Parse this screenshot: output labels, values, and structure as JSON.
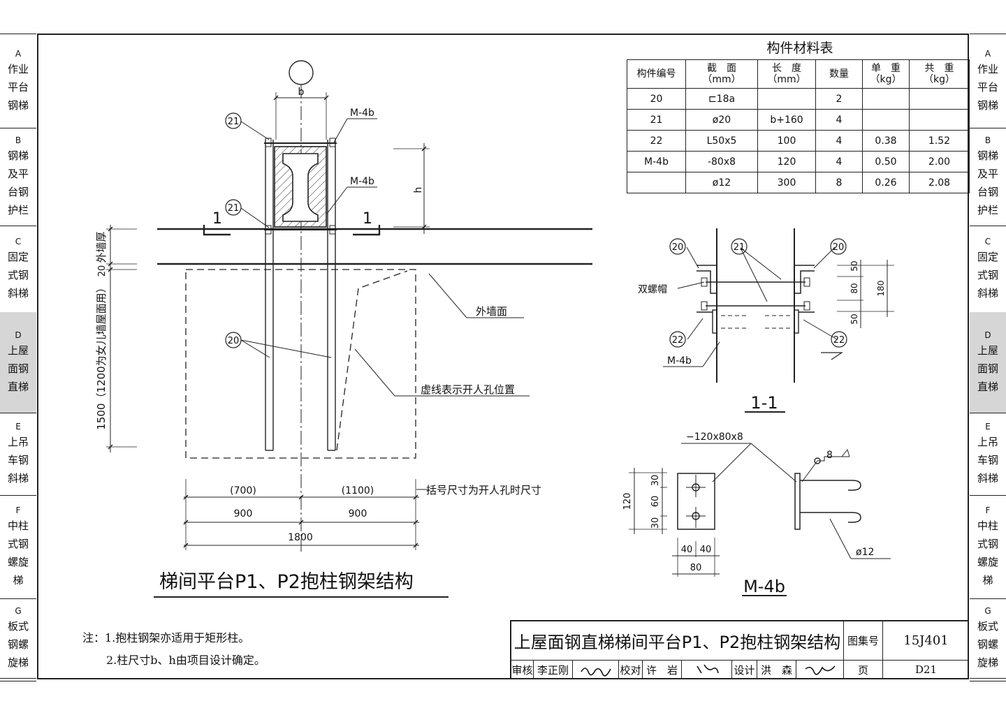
{
  "side_tabs": [
    {
      "letter": "A",
      "lines": [
        "作业",
        "平台",
        "钢梯"
      ]
    },
    {
      "letter": "B",
      "lines": [
        "钢梯",
        "及平",
        "台钢",
        "护栏"
      ]
    },
    {
      "letter": "C",
      "lines": [
        "固定",
        "式钢",
        "斜梯"
      ]
    },
    {
      "letter": "D",
      "lines": [
        "上屋",
        "面钢",
        "直梯"
      ]
    },
    {
      "letter": "E",
      "lines": [
        "上吊",
        "车钢",
        "斜梯"
      ]
    },
    {
      "letter": "F",
      "lines": [
        "中柱",
        "式钢",
        "螺旋",
        "梯"
      ]
    },
    {
      "letter": "G",
      "lines": [
        "板式",
        "钢螺",
        "旋梯"
      ]
    }
  ],
  "table": {
    "title": "构件材料表",
    "headers": [
      "构件编号",
      "截　面|（mm）",
      "长　度|（mm）",
      "数量",
      "单　重|（kg）",
      "共　重|（kg）"
    ],
    "rows": [
      [
        "20",
        "⊏18a",
        "",
        "2",
        "",
        ""
      ],
      [
        "21",
        "ø20",
        "b+160",
        "4",
        "",
        ""
      ],
      [
        "22",
        "L50x5",
        "100",
        "4",
        "0.38",
        "1.52"
      ],
      [
        "M-4b",
        "-80x8",
        "120",
        "4",
        "0.50",
        "2.00"
      ],
      [
        "",
        "ø12",
        "300",
        "8",
        "0.26",
        "2.08"
      ]
    ]
  },
  "main_drawing": {
    "title": "梯间平台P1、P2抱柱钢架结构",
    "dim_b": "b",
    "dim_h": "h",
    "section_mark": "1",
    "tag_21": "21",
    "tag_20": "20",
    "m4b": "M-4b",
    "wall_thickness": "外墙厚",
    "dim_20": "20",
    "dim_1500": "1500（1200为女儿墙屋面用）",
    "wall_face": "外墙面",
    "manhole_note": "虚线表示开人孔位置",
    "dim_700": "(700)",
    "dim_1100": "(1100)",
    "bracket_note": "括号尺寸为开人孔时尺寸",
    "dim_900": "900",
    "dim_1800": "1800"
  },
  "section_1_1": {
    "title": "1-1",
    "tag_20": "20",
    "tag_21": "21",
    "tag_22": "22",
    "double_nut": "双螺帽",
    "m4b": "M-4b",
    "dims": [
      "50",
      "80",
      "50",
      "180"
    ]
  },
  "m4b_detail": {
    "title": "M-4b",
    "plate": "−120x80x8",
    "weld": "8",
    "dims_v": [
      "30",
      "60",
      "30",
      "120"
    ],
    "dims_h": [
      "40",
      "40",
      "80"
    ],
    "rod": "ø12"
  },
  "notes": [
    "注：1.抱柱钢架亦适用于矩形柱。",
    "2.柱尺寸b、h由项目设计确定。"
  ],
  "title_block": {
    "title": "上屋面钢直梯梯间平台P1、P2抱柱钢架结构",
    "atlas_label": "图集号",
    "atlas_no": "15J401",
    "page_label": "页",
    "page_no": "D21",
    "review_label": "审核",
    "reviewer": "李正刚",
    "check_label": "校对",
    "checker": "许　岩",
    "design_label": "设计",
    "designer": "洪　森"
  }
}
